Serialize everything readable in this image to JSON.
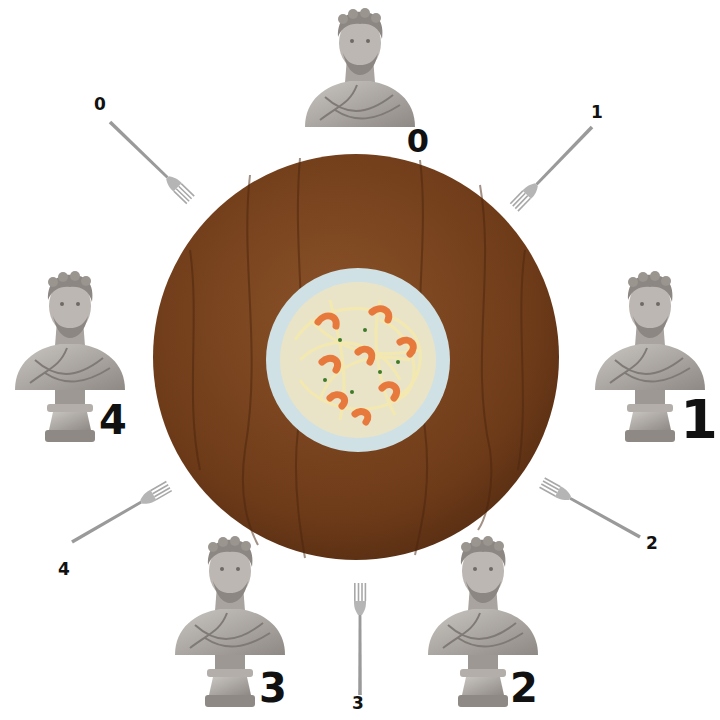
{
  "diagram": {
    "labels": [
      "0",
      "0",
      "1",
      "4",
      "1",
      "2",
      "4",
      "3",
      "3",
      "2"
    ]
  }
}
